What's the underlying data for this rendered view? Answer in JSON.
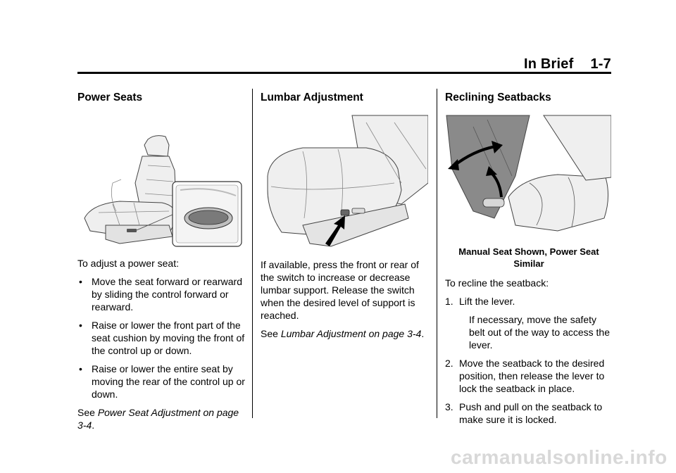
{
  "header": {
    "section": "In Brief",
    "page": "1-7"
  },
  "col1": {
    "title": "Power Seats",
    "intro": "To adjust a power seat:",
    "bullets": [
      "Move the seat forward or rearward by sliding the control forward or rearward.",
      "Raise or lower the front part of the seat cushion by moving the front of the control up or down.",
      "Raise or lower the entire seat by moving the rear of the control up or down."
    ],
    "see_prefix": "See",
    "see_ref": "Power Seat Adjustment on page 3-4",
    "see_suffix": "."
  },
  "col2": {
    "title": "Lumbar Adjustment",
    "body": "If available, press the front or rear of the switch to increase or decrease lumbar support. Release the switch when the desired level of support is reached.",
    "see_prefix": "See",
    "see_ref": "Lumbar Adjustment on page 3-4",
    "see_suffix": "."
  },
  "col3": {
    "title": "Reclining Seatbacks",
    "caption": "Manual Seat Shown, Power Seat Similar",
    "intro": "To recline the seatback:",
    "steps": [
      {
        "num": "1.",
        "text": "Lift the lever.",
        "sub": "If necessary, move the safety belt out of the way to access the lever."
      },
      {
        "num": "2.",
        "text": "Move the seatback to the desired position, then release the lever to lock the seatback in place."
      },
      {
        "num": "3.",
        "text": "Push and pull on the seatback to make sure it is locked."
      }
    ]
  },
  "footer": {
    "watermark": "carmanualsonline.info"
  }
}
